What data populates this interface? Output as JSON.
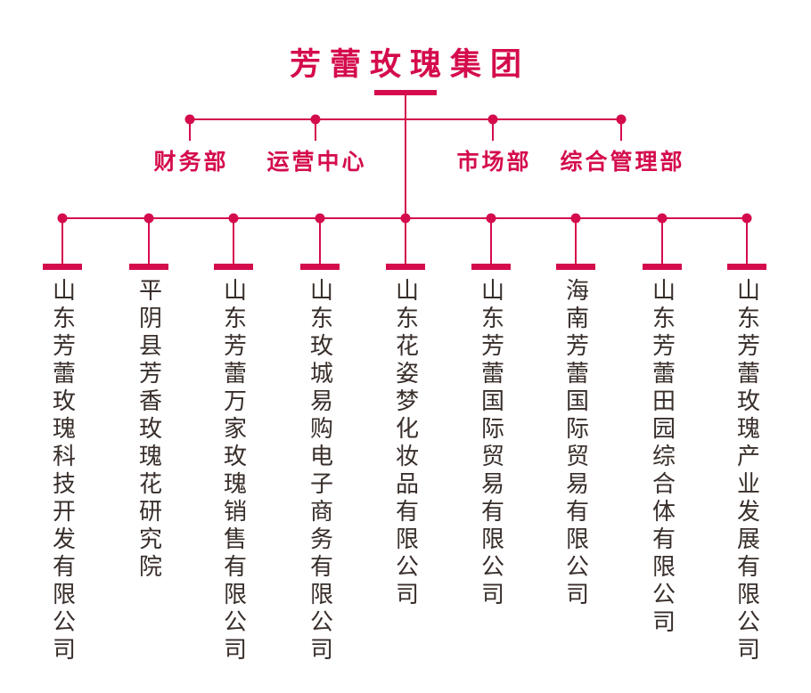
{
  "title": "芳蕾玫瑰集团",
  "departments": [
    {
      "label": "财务部"
    },
    {
      "label": "运营中心"
    },
    {
      "label": "市场部"
    },
    {
      "label": "综合管理部"
    }
  ],
  "subsidiaries": [
    {
      "name": "山东芳蕾玫瑰科技开发有限公司"
    },
    {
      "name": "平阴县芳香玫瑰花研究院"
    },
    {
      "name": "山东芳蕾万家玫瑰销售有限公司"
    },
    {
      "name": "山东玫城易购电子商务有限公司"
    },
    {
      "name": "山东花姿梦化妆品有限公司"
    },
    {
      "name": "山东芳蕾国际贸易有限公司"
    },
    {
      "name": "海南芳蕾国际贸易有限公司"
    },
    {
      "name": "山东芳蕾田园综合体有限公司"
    },
    {
      "name": "山东芳蕾玫瑰产业发展有限公司"
    }
  ],
  "colors": {
    "accent_red": "#d40c4c",
    "text_dark": "#382e2a"
  }
}
